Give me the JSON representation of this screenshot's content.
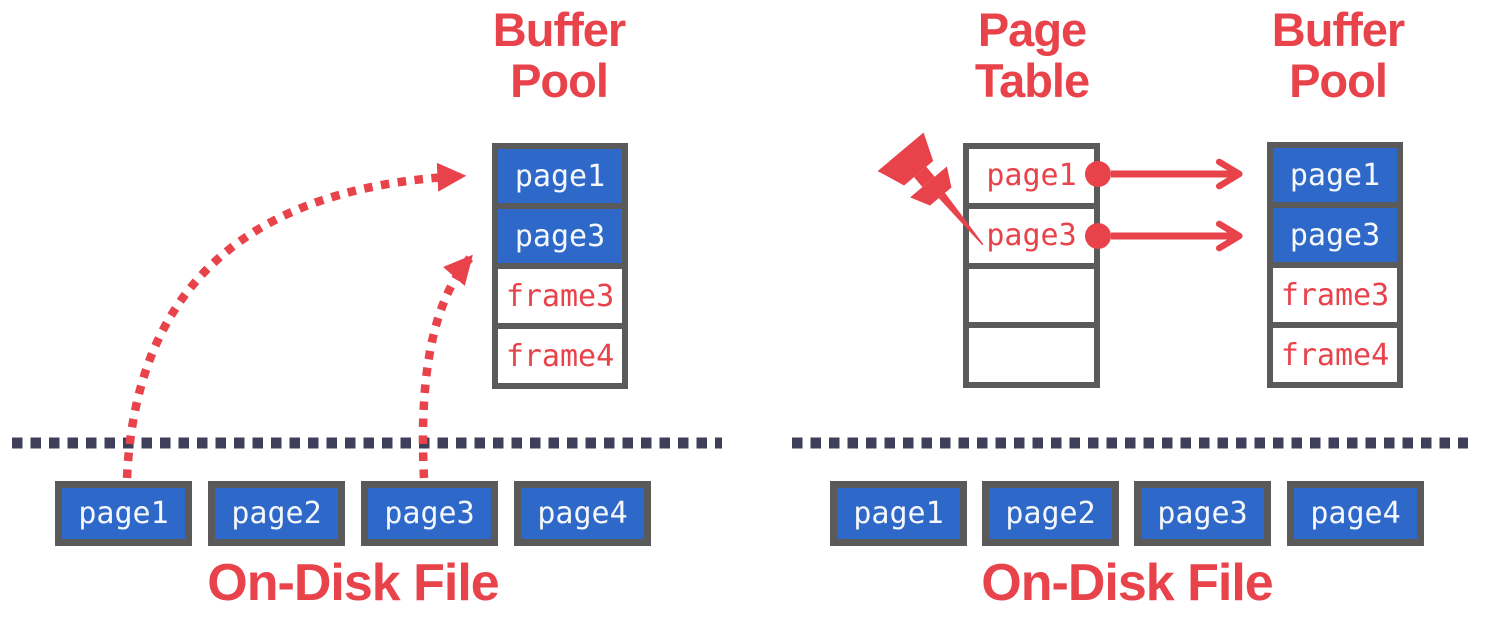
{
  "colors": {
    "red": "#e8424b",
    "blue": "#2e68c8",
    "border_gray": "#5a5a5a",
    "separator_navy": "#3f3f5c",
    "cell_text_white": "#f4f7fc",
    "bg": "#ffffff"
  },
  "left": {
    "buffer_pool_title": "Buffer Pool",
    "buffer_pool_cells": [
      {
        "label": "page1",
        "cached": true
      },
      {
        "label": "page3",
        "cached": true
      },
      {
        "label": "frame3",
        "cached": false
      },
      {
        "label": "frame4",
        "cached": false
      }
    ],
    "disk_title": "On-Disk File",
    "disk_pages": [
      "page1",
      "page2",
      "page3",
      "page4"
    ]
  },
  "right": {
    "page_table_title": "Page Table",
    "page_table_cells": [
      {
        "label": "page1"
      },
      {
        "label": "page3"
      },
      {
        "label": ""
      },
      {
        "label": ""
      }
    ],
    "buffer_pool_title": "Buffer Pool",
    "buffer_pool_cells": [
      {
        "label": "page1",
        "cached": true
      },
      {
        "label": "page3",
        "cached": true
      },
      {
        "label": "frame3",
        "cached": false
      },
      {
        "label": "frame4",
        "cached": false
      }
    ],
    "disk_title": "On-Disk File",
    "disk_pages": [
      "page1",
      "page2",
      "page3",
      "page4"
    ]
  },
  "icons": {
    "pushpin": "pushpin-icon",
    "dotted_arrows": "dotted-arrow-icon",
    "solid_arrows": "solid-arrow-icon"
  }
}
